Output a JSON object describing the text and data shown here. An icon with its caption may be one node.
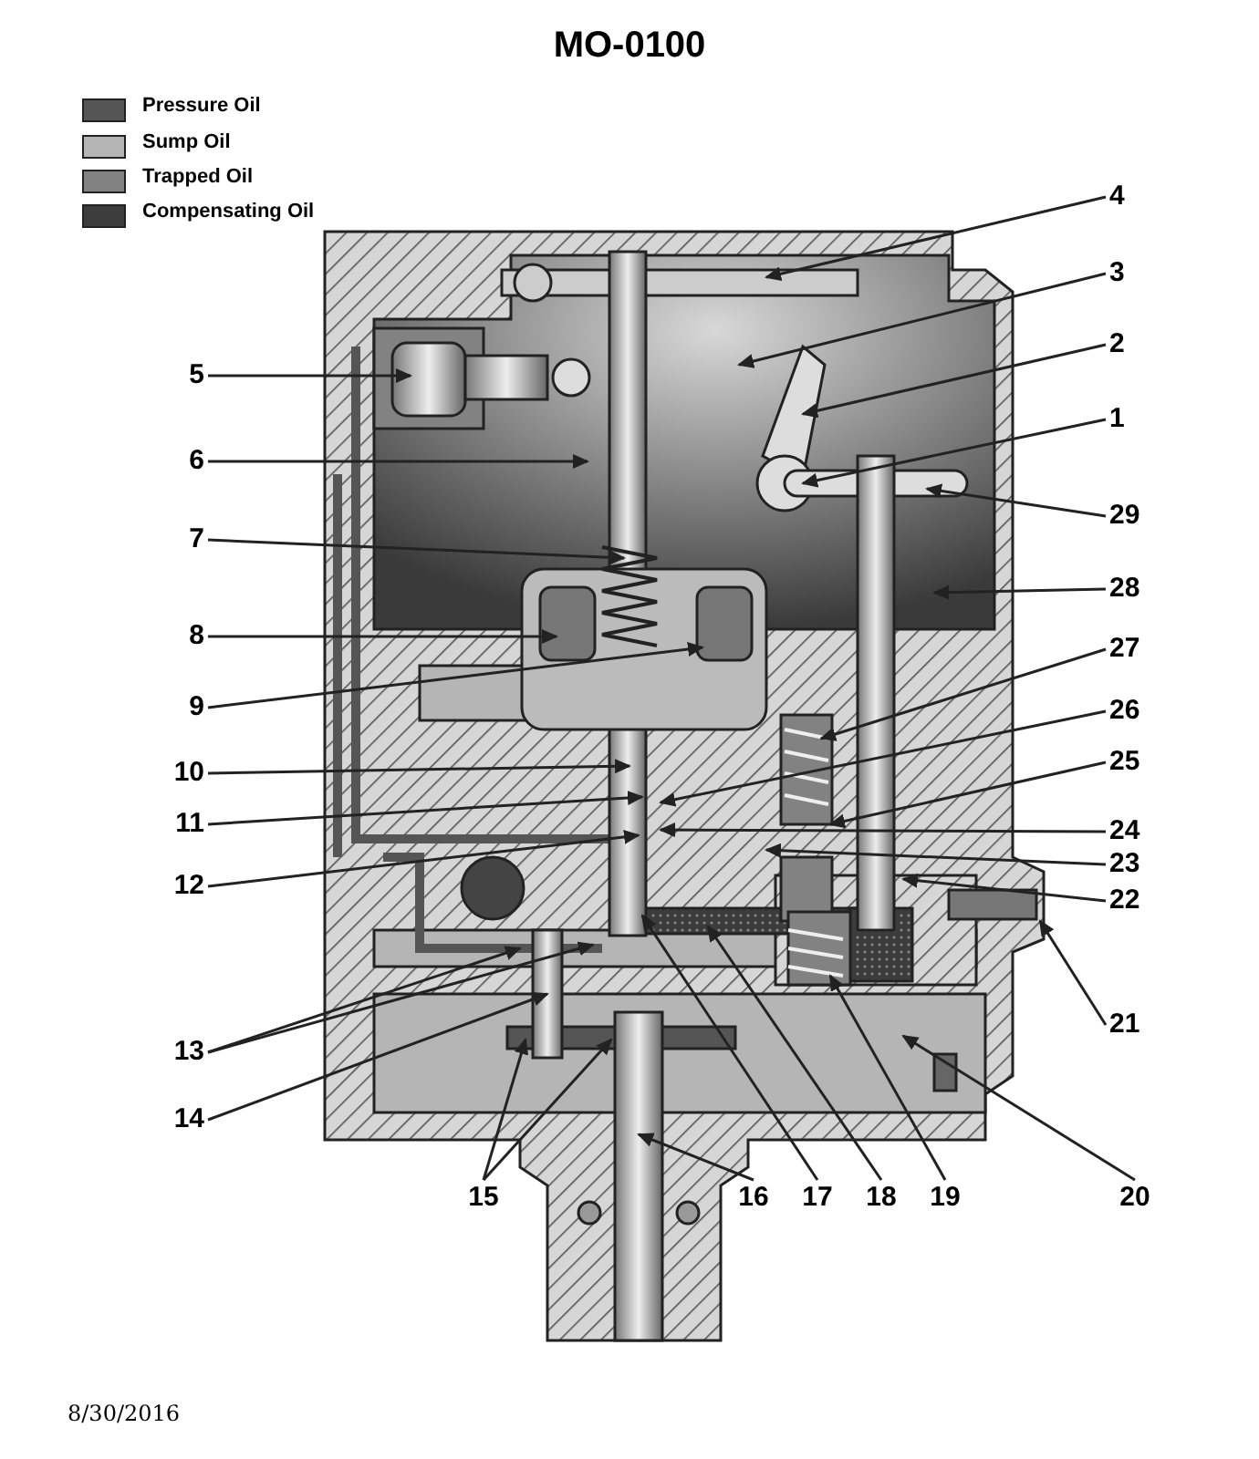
{
  "diagram": {
    "title": "MO-0100",
    "nodes": [
      {
        "text": [
          "1"
        ]
      },
      {
        "text": [
          "2"
        ]
      },
      {
        "text": [
          "3"
        ]
      },
      {
        "text": [
          "4"
        ]
      },
      {
        "text": [
          "5"
        ]
      },
      {
        "text": [
          "6"
        ]
      },
      {
        "text": [
          "7"
        ]
      },
      {
        "text": [
          "8"
        ]
      },
      {
        "text": [
          "9"
        ]
      },
      {
        "text": [
          "10"
        ]
      },
      {
        "text": [
          "11"
        ]
      },
      {
        "text": [
          "12"
        ]
      },
      {
        "text": [
          "13"
        ]
      },
      {
        "text": [
          "14"
        ]
      },
      {
        "text": [
          "15"
        ]
      },
      {
        "text": [
          "16"
        ]
      },
      {
        "text": [
          "17"
        ]
      },
      {
        "text": [
          "18"
        ]
      },
      {
        "text": [
          "19"
        ]
      },
      {
        "text": [
          "20"
        ]
      },
      {
        "text": [
          "21"
        ]
      },
      {
        "text": [
          "22"
        ]
      },
      {
        "text": [
          "23"
        ]
      },
      {
        "text": [
          "24"
        ]
      },
      {
        "text": [
          "25"
        ]
      },
      {
        "text": [
          "26"
        ]
      },
      {
        "text": [
          "27"
        ]
      },
      {
        "text": [
          "28"
        ]
      },
      {
        "text": [
          "29"
        ]
      }
    ],
    "edges": [
      {
        "from": 0,
        "to": null,
        "arrow": "to"
      },
      {
        "from": 1,
        "to": null,
        "arrow": "to"
      },
      {
        "from": 2,
        "to": null,
        "arrow": "to"
      },
      {
        "from": 3,
        "to": null,
        "arrow": "to"
      },
      {
        "from": 4,
        "to": null,
        "arrow": "to"
      },
      {
        "from": 5,
        "to": null,
        "arrow": "to"
      },
      {
        "from": 6,
        "to": null,
        "arrow": "to"
      },
      {
        "from": 7,
        "to": null,
        "arrow": "to"
      },
      {
        "from": 8,
        "to": null,
        "arrow": "to"
      },
      {
        "from": 9,
        "to": null,
        "arrow": "to"
      },
      {
        "from": 10,
        "to": null,
        "arrow": "to"
      },
      {
        "from": 11,
        "to": null,
        "arrow": "to"
      },
      {
        "from": 12,
        "to": null,
        "arrow": "to"
      },
      {
        "from": 12,
        "to": null,
        "arrow": "to"
      },
      {
        "from": 13,
        "to": null,
        "arrow": "to"
      },
      {
        "from": 14,
        "to": null,
        "arrow": "to"
      },
      {
        "from": 14,
        "to": null,
        "arrow": "to"
      },
      {
        "from": 15,
        "to": null,
        "arrow": "to"
      },
      {
        "from": 16,
        "to": null,
        "arrow": "to"
      },
      {
        "from": 17,
        "to": null,
        "arrow": "to"
      },
      {
        "from": 18,
        "to": null,
        "arrow": "to"
      },
      {
        "from": 19,
        "to": null,
        "arrow": "to"
      },
      {
        "from": 20,
        "to": null,
        "arrow": "to"
      },
      {
        "from": 21,
        "to": null,
        "arrow": "to"
      },
      {
        "from": 22,
        "to": null,
        "arrow": "to"
      },
      {
        "from": 23,
        "to": null,
        "arrow": "to"
      },
      {
        "from": 24,
        "to": null,
        "arrow": "to"
      },
      {
        "from": 25,
        "to": null,
        "arrow": "to"
      },
      {
        "from": 26,
        "to": null,
        "arrow": "to"
      },
      {
        "from": 27,
        "to": null,
        "arrow": "to"
      },
      {
        "from": 28,
        "to": null,
        "arrow": "to"
      }
    ],
    "labels": [
      "8/30/2016"
    ],
    "legend": [
      {
        "text": "Pressure Oil",
        "color": "#555555"
      },
      {
        "text": "Sump Oil",
        "color": "#b5b5b5"
      },
      {
        "text": "Trapped Oil",
        "color": "#828282"
      },
      {
        "text": "Compensating Oil",
        "color": "#3c3c3c"
      }
    ]
  }
}
